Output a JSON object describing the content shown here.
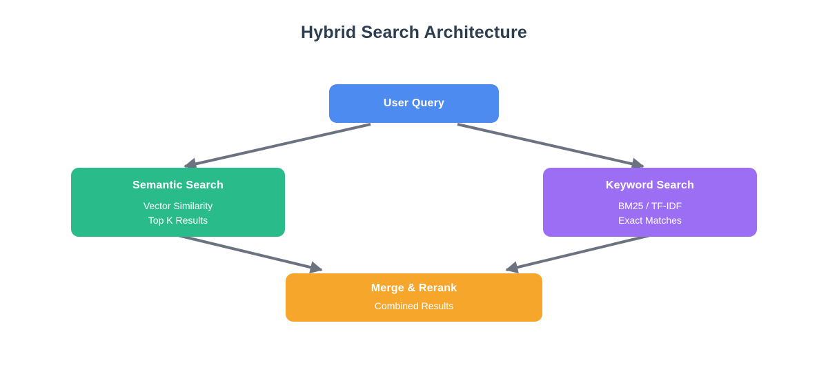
{
  "diagram": {
    "title": "Hybrid Search Architecture"
  },
  "colors": {
    "title_text": "#2c3e50",
    "arrow": "#6b7280",
    "node_text": "#ffffff",
    "user_query_bg": "#4d8bf0",
    "semantic_search_bg": "#2abb8b",
    "keyword_search_bg": "#9b6ef3",
    "merge_rerank_bg": "#f5a62b"
  },
  "nodes": {
    "user_query": {
      "title": "User Query"
    },
    "semantic_search": {
      "title": "Semantic Search",
      "subtitle_line1": "Vector Similarity",
      "subtitle_line2": "Top K Results"
    },
    "keyword_search": {
      "title": "Keyword Search",
      "subtitle_line1": "BM25 / TF-IDF",
      "subtitle_line2": "Exact Matches"
    },
    "merge_rerank": {
      "title": "Merge & Rerank",
      "subtitle_line1": "Combined Results"
    }
  },
  "edges": [
    {
      "from": "User Query",
      "to": "Semantic Search"
    },
    {
      "from": "User Query",
      "to": "Keyword Search"
    },
    {
      "from": "Semantic Search",
      "to": "Merge & Rerank"
    },
    {
      "from": "Keyword Search",
      "to": "Merge & Rerank"
    }
  ]
}
